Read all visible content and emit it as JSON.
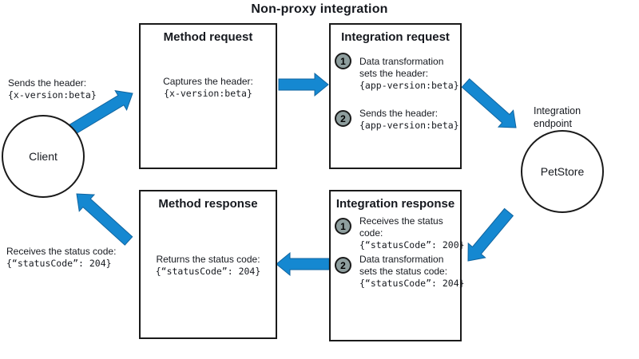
{
  "diagram_title": "Non-proxy integration",
  "client": {
    "label": "Client",
    "sends_line1": "Sends the header:",
    "sends_line2": "{x-version:beta}",
    "receives_line1": "Receives the status code:",
    "receives_line2": "{“statusCode”: 204}"
  },
  "endpoint": {
    "label": "PetStore",
    "caption_line1": "Integration",
    "caption_line2": "endpoint"
  },
  "boxes": {
    "method_request": {
      "title": "Method request",
      "line1": "Captures the header:",
      "line2": "{x-version:beta}"
    },
    "integration_request": {
      "title": "Integration request",
      "steps": [
        {
          "num": "1",
          "line1": "Data transformation",
          "line2": "sets the header:",
          "code": "{app-version:beta}"
        },
        {
          "num": "2",
          "line1": "Sends the header:",
          "code": "{app-version:beta}"
        }
      ]
    },
    "integration_response": {
      "title": "Integration response",
      "steps": [
        {
          "num": "1",
          "line1": "Receives the status code:",
          "code": "{“statusCode”: 200}"
        },
        {
          "num": "2",
          "line1": "Data transformation",
          "line2": "sets the status code:",
          "code": "{“statusCode”: 204}"
        }
      ]
    },
    "method_response": {
      "title": "Method response",
      "line1": "Returns the status code:",
      "line2": "{“statusCode”: 204}"
    }
  },
  "colors": {
    "arrow_fill": "#1588D1",
    "arrow_stroke": "#1165A0",
    "badge_fill": "#8E9E9E"
  }
}
